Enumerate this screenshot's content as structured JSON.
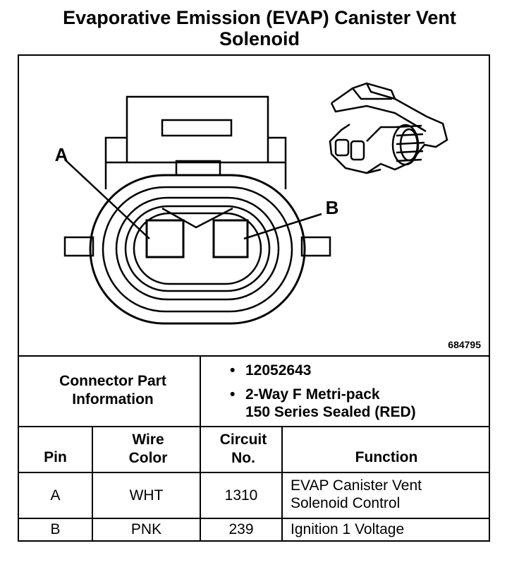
{
  "title": "Evaporative Emission (EVAP) Canister Vent Solenoid",
  "diagram": {
    "label_a": "A",
    "label_b": "B",
    "figure_id": "684795"
  },
  "connector": {
    "header": "Connector Part Information",
    "part_number": "12052643",
    "description_line1": "2-Way F Metri-pack",
    "description_line2": "150 Series Sealed (RED)"
  },
  "table": {
    "headers": {
      "pin": "Pin",
      "wire_color": "Wire Color",
      "circuit": "Circuit No.",
      "function": "Function"
    },
    "rows": [
      {
        "pin": "A",
        "wire_color": "WHT",
        "circuit": "1310",
        "function_line1": "EVAP Canister Vent",
        "function_line2": "Solenoid Control"
      },
      {
        "pin": "B",
        "wire_color": "PNK",
        "circuit": "239",
        "function_line1": "Ignition 1 Voltage",
        "function_line2": ""
      }
    ]
  }
}
